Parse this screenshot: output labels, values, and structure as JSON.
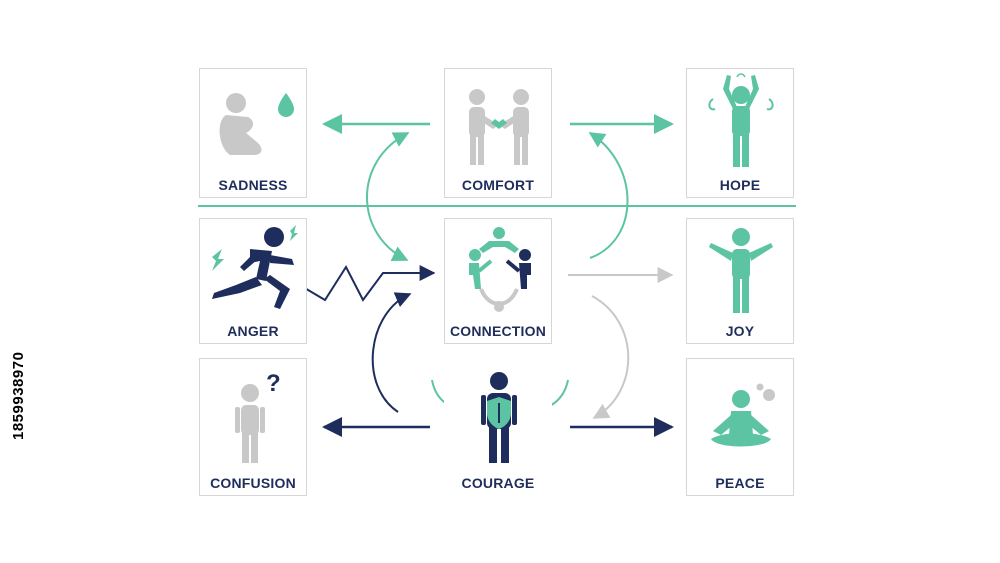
{
  "colors": {
    "teal": "#5cc4a3",
    "navy": "#1f2d5c",
    "gray": "#c8c8c8",
    "divider": "#5cc4a3",
    "border": "#d6d6d6"
  },
  "nodes": {
    "sadness": {
      "label": "SADNESS",
      "icon": "crouching-person-with-teardrop-icon"
    },
    "comfort": {
      "label": "COMFORT",
      "icon": "two-people-shaking-hands-icon"
    },
    "hope": {
      "label": "HOPE",
      "icon": "person-arms-raised-icon"
    },
    "anger": {
      "label": "ANGER",
      "icon": "running-person-with-lightning-icon"
    },
    "connection": {
      "label": "CONNECTION",
      "icon": "people-in-circle-icon"
    },
    "joy": {
      "label": "JOY",
      "icon": "person-arms-open-icon"
    },
    "confusion": {
      "label": "CONFUSION",
      "icon": "person-with-question-mark-icon"
    },
    "courage": {
      "label": "COURAGE",
      "icon": "person-with-shield-icon"
    },
    "peace": {
      "label": "PEACE",
      "icon": "meditating-person-icon"
    }
  },
  "watermark_id": "1859938970"
}
